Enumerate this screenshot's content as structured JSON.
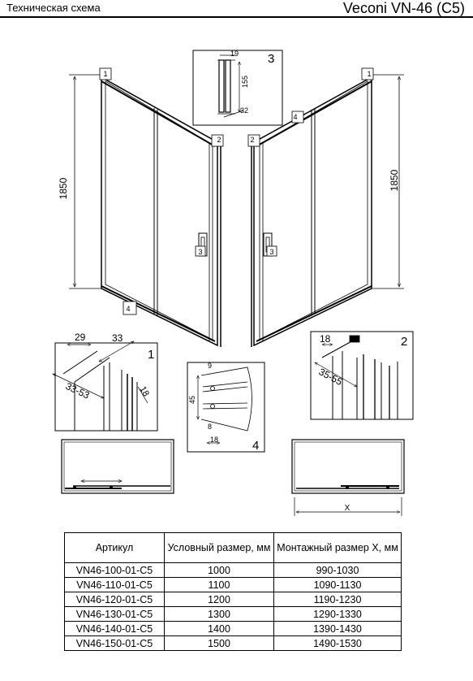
{
  "header": {
    "title": "Техническая схема",
    "model": "Veconi VN-46 (C5)"
  },
  "drawing": {
    "height_left": "1850",
    "height_right": "1850",
    "callouts": {
      "c1": "1",
      "c2": "2",
      "c3": "3",
      "c4": "4"
    },
    "detail1": {
      "label": "1",
      "dim_a": "29",
      "dim_b": "33",
      "dim_c": "33-53",
      "dim_d": "18"
    },
    "detail2": {
      "label": "2",
      "dim_a": "18",
      "dim_b": "35-55"
    },
    "detail3": {
      "label": "3",
      "dim_a": "19",
      "dim_b": "155",
      "dim_c": "32"
    },
    "detail4": {
      "label": "4",
      "dim_a": "9",
      "dim_b": "45",
      "dim_c": "8",
      "dim_d": "18"
    },
    "dim_x": "X"
  },
  "table": {
    "headers": [
      "Артикул",
      "Условный размер, мм",
      "Монтажный размер X, мм"
    ],
    "rows": [
      [
        "VN46-100-01-C5",
        "1000",
        "990-1030"
      ],
      [
        "VN46-110-01-C5",
        "1100",
        "1090-1130"
      ],
      [
        "VN46-120-01-C5",
        "1200",
        "1190-1230"
      ],
      [
        "VN46-130-01-C5",
        "1300",
        "1290-1330"
      ],
      [
        "VN46-140-01-C5",
        "1400",
        "1390-1430"
      ],
      [
        "VN46-150-01-C5",
        "1500",
        "1490-1530"
      ]
    ]
  }
}
